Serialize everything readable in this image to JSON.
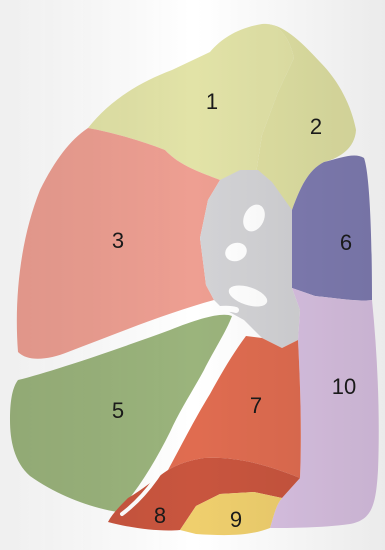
{
  "segments": [
    {
      "label": "1",
      "color": "#e2e3a7"
    },
    {
      "label": "2",
      "color": "#dfe0a2"
    },
    {
      "label": "3",
      "color": "#ee9f92"
    },
    {
      "label": "5",
      "color": "#9bb47c"
    },
    {
      "label": "6",
      "color": "#7f7cb2"
    },
    {
      "label": "7",
      "color": "#e06c50"
    },
    {
      "label": "8",
      "color": "#c9553e"
    },
    {
      "label": "9",
      "color": "#efcf6d"
    },
    {
      "label": "10",
      "color": "#d9c1e2"
    }
  ],
  "hilum": {
    "color": "#d3d3d6"
  }
}
